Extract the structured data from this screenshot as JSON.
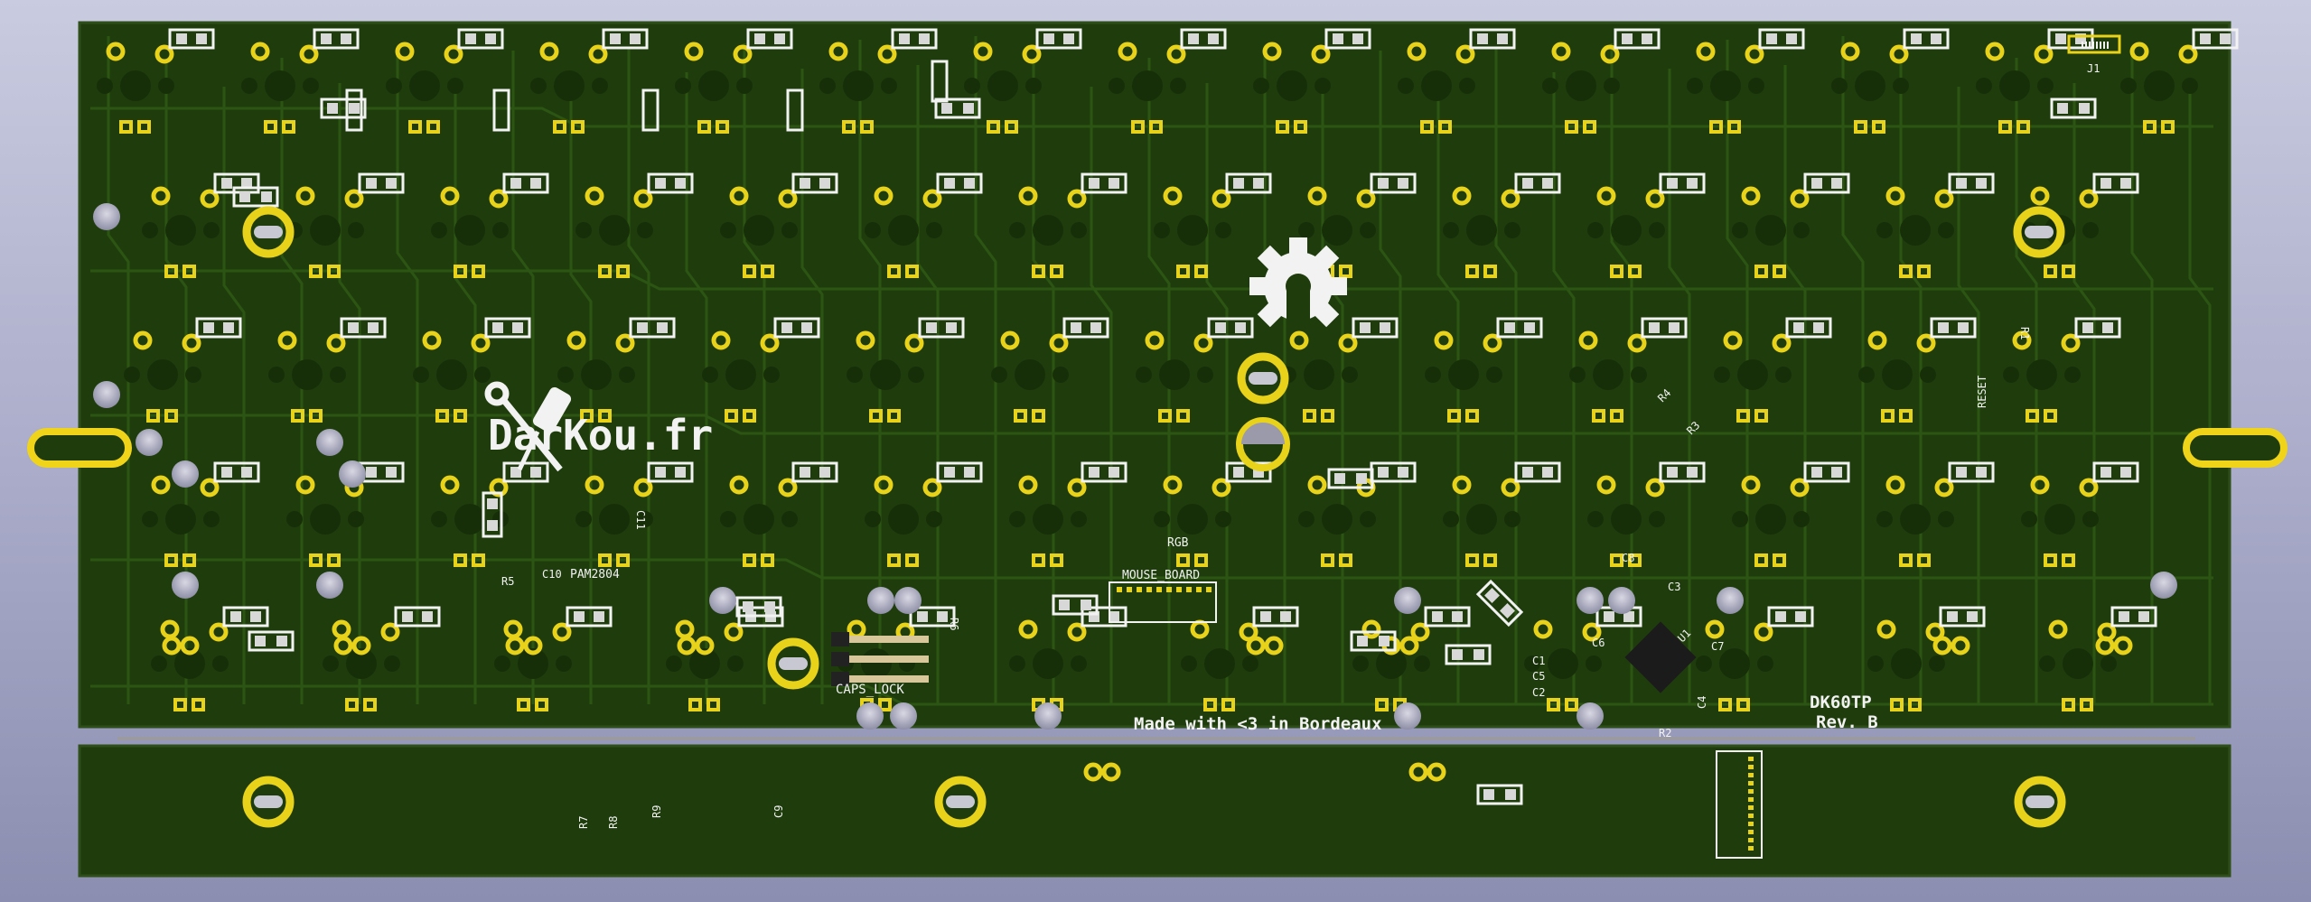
{
  "colors": {
    "background_top": "#c9cbe0",
    "background_bottom": "#8c8eb1",
    "pcb_green": "#1f3d0c",
    "trace_green": "#2c5514",
    "pad_gold": "#e8d21a",
    "silkscreen": "#f2f2f2",
    "hole_gray": "#aaaab8"
  },
  "logo": {
    "text": "DarKou.fr"
  },
  "board": {
    "name": "DK60TP",
    "revision": "Rev. B",
    "tagline": "Made with <3 in Bordeaux"
  },
  "labels": {
    "caps_lock": "CAPS_LOCK",
    "mouse_board": "MOUSE_BOARD",
    "rgb": "RGB",
    "reset": "RESET",
    "pam": "PAM2804",
    "j1": "J1",
    "u1": "U1"
  },
  "refdes": {
    "c1": "C1",
    "c2": "C2",
    "c3": "C3",
    "c4": "C4",
    "c5": "C5",
    "c6": "C6",
    "c7": "C7",
    "c8": "C8",
    "c10": "C10",
    "c11": "C11",
    "r1": "R1",
    "r2": "R2",
    "r3": "R3",
    "r4": "R4",
    "r5": "R5",
    "r6": "R6",
    "r7": "R7",
    "r8": "R8",
    "r9": "R9",
    "c9": "C9"
  }
}
